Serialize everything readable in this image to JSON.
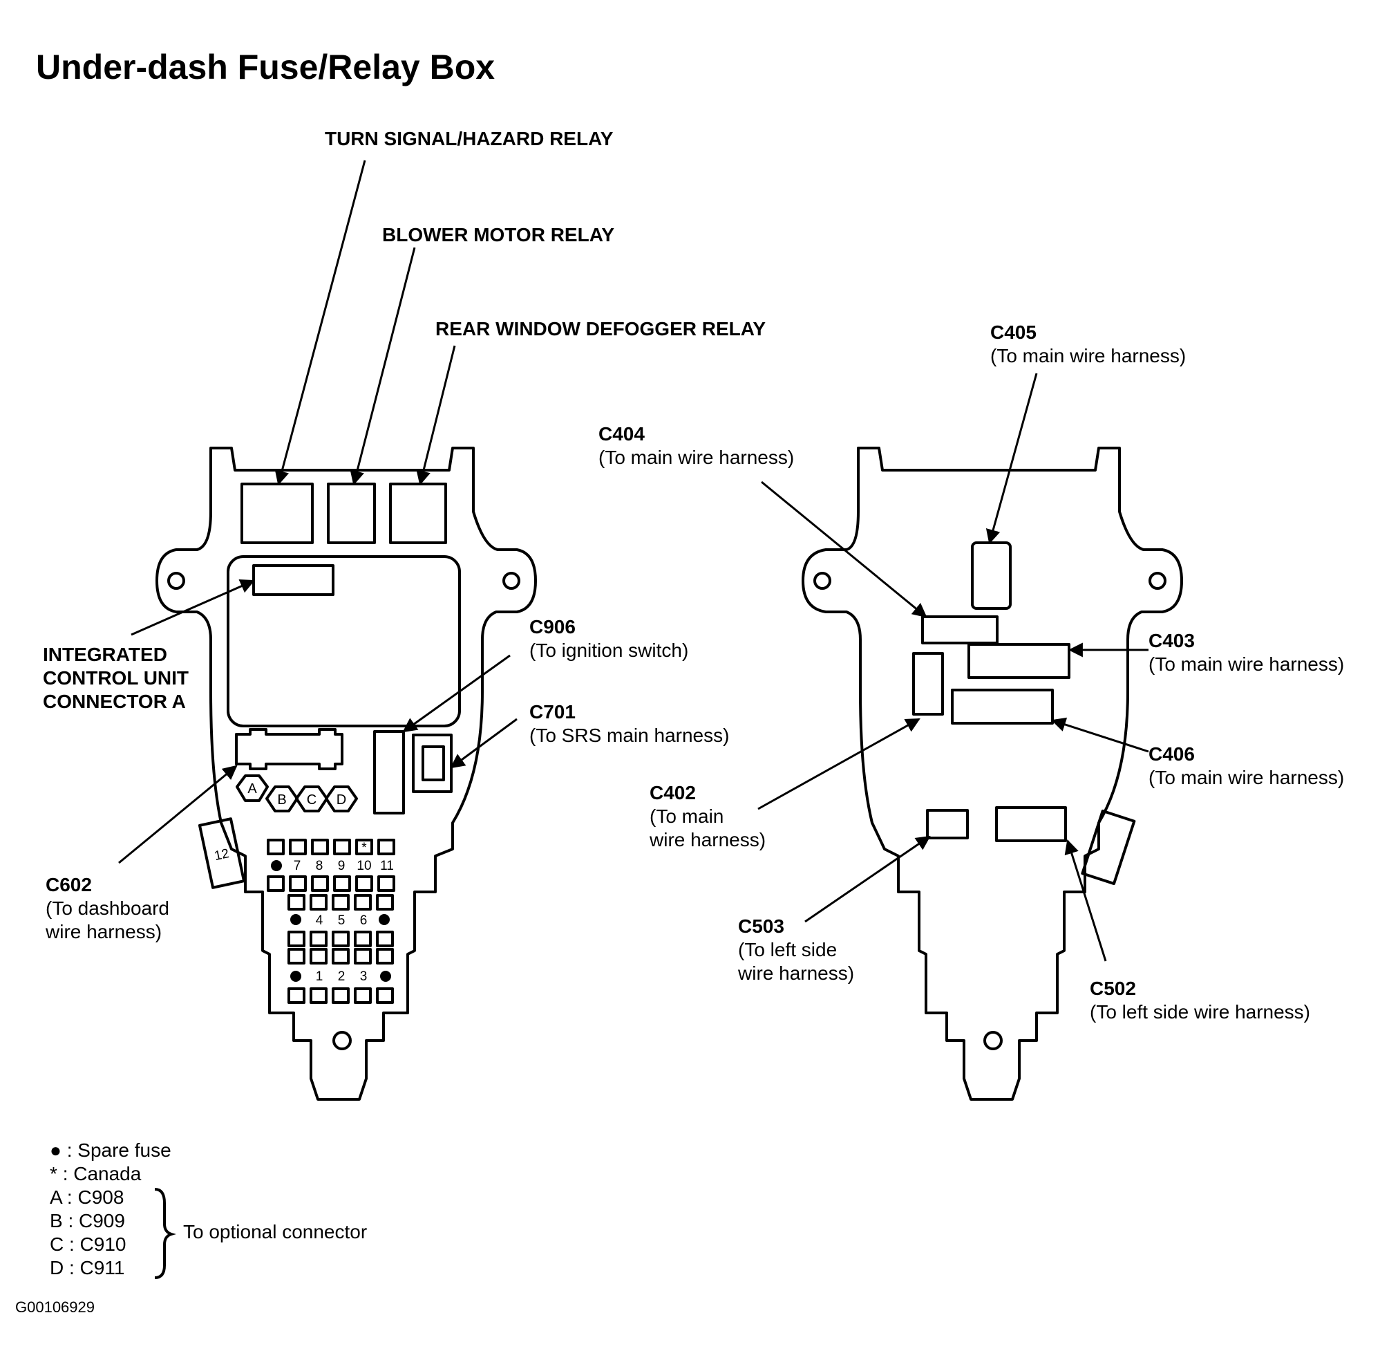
{
  "title": "Under-dash Fuse/Relay Box",
  "labels": {
    "turn_signal": "TURN SIGNAL/HAZARD RELAY",
    "blower": "BLOWER MOTOR RELAY",
    "defogger": "REAR WINDOW DEFOGGER RELAY",
    "icu_line1": "INTEGRATED",
    "icu_line2": "CONTROL UNIT",
    "icu_line3": "CONNECTOR A",
    "c906_code": "C906",
    "c906_desc": "(To ignition switch)",
    "c701_code": "C701",
    "c701_desc": "(To SRS main harness)",
    "c602_code": "C602",
    "c602_desc1": "(To dashboard",
    "c602_desc2": "wire harness)",
    "c405_code": "C405",
    "c405_desc": "(To main wire harness)",
    "c404_code": "C404",
    "c404_desc": "(To main wire harness)",
    "c403_code": "C403",
    "c403_desc": "(To main wire harness)",
    "c406_code": "C406",
    "c406_desc": "(To main wire harness)",
    "c402_code": "C402",
    "c402_desc1": "(To main",
    "c402_desc2": "wire harness)",
    "c503_code": "C503",
    "c503_desc1": "(To left side",
    "c503_desc2": "wire harness)",
    "c502_code": "C502",
    "c502_desc": "(To left side wire harness)"
  },
  "fuse_numbers": [
    "1",
    "2",
    "3",
    "4",
    "5",
    "6",
    "7",
    "8",
    "9",
    "10",
    "11",
    "12"
  ],
  "fuse_marks": {
    "canada": "*"
  },
  "option_letters": [
    "A",
    "B",
    "C",
    "D"
  ],
  "legend": {
    "spare_symbol": "●",
    "spare_text": ": Spare fuse",
    "canada_symbol": "*",
    "canada_text": ": Canada",
    "a": "A : C908",
    "b": "B : C909",
    "c": "C : C910",
    "d": "D : C911",
    "optional": "To optional connector"
  },
  "figure_code": "G00106929"
}
